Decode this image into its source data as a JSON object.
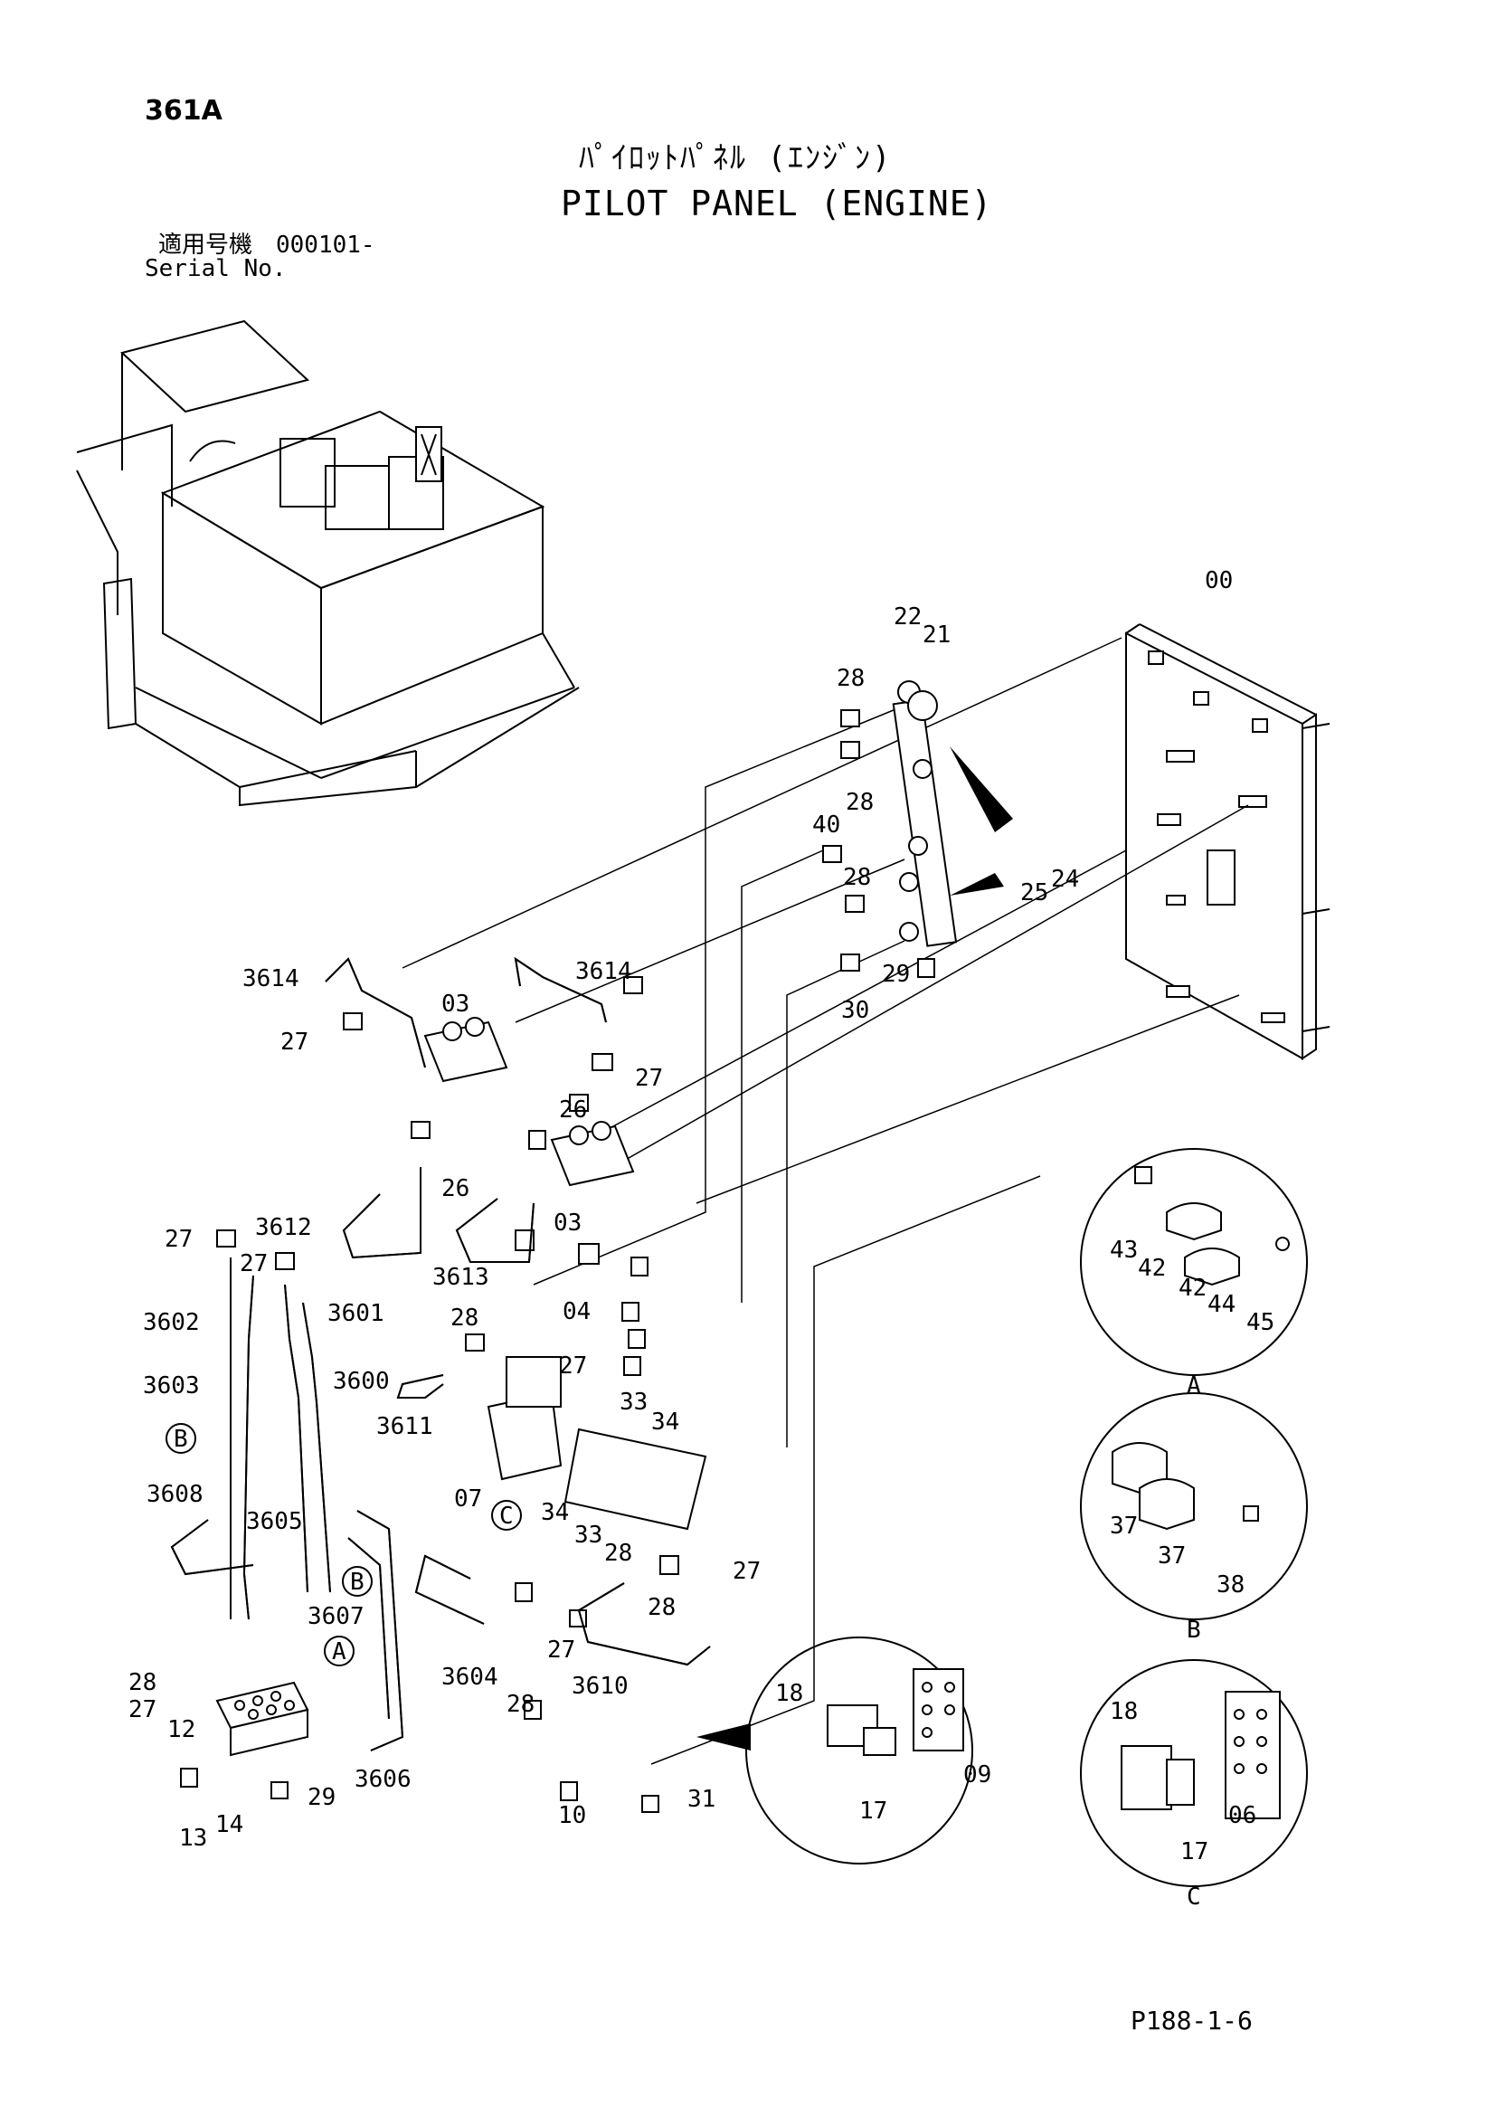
{
  "header": {
    "page_code": "361A",
    "title_jp": "ﾊﾟｲﾛｯﾄﾊﾟﾈﾙ (ｴﾝｼﾞﾝ)",
    "title_en": "PILOT PANEL (ENGINE)",
    "serial_jp": "適用号機　000101-",
    "serial_en": "Serial No."
  },
  "footer": {
    "page_ref": "P188-1-6"
  },
  "detail_views": {
    "a": "A",
    "b": "B",
    "c": "C"
  },
  "callout_markers": {
    "a": "A",
    "b": "B",
    "c": "C"
  },
  "part_numbers": {
    "p00": "00",
    "p22": "22",
    "p21": "21",
    "p28a": "28",
    "p28b": "28",
    "p40": "40",
    "p28c": "28",
    "p25": "25",
    "p24": "24",
    "p29a": "29",
    "p30": "30",
    "p3614a": "3614",
    "p3614b": "3614",
    "p03a": "03",
    "p27a": "27",
    "p27b": "27",
    "p26a": "26",
    "p26b": "26",
    "p03b": "03",
    "p27c": "27",
    "p3612": "3612",
    "p27d": "27",
    "p3613": "3613",
    "p04": "04",
    "p3601": "3601",
    "p3602": "3602",
    "p28d": "28",
    "p27e": "27",
    "p3600": "3600",
    "p3603": "3603",
    "p3611": "3611",
    "p33a": "33",
    "p34a": "34",
    "p07": "07",
    "p34b": "34",
    "p33b": "33",
    "p28e": "28",
    "p3608": "3608",
    "p3605": "3605",
    "p27f": "27",
    "p28f": "28",
    "p3607": "3607",
    "p27g": "27",
    "p3604": "3604",
    "p28g": "28",
    "p3610": "3610",
    "p28h": "28",
    "p27h": "27",
    "p12": "12",
    "p3606": "3606",
    "p29b": "29",
    "p13": "13",
    "p14": "14",
    "p10": "10",
    "p31": "31",
    "p43": "43",
    "p42a": "42",
    "p42b": "42",
    "p44": "44",
    "p45": "45",
    "p37a": "37",
    "p37b": "37",
    "p38": "38",
    "p18a": "18",
    "p17a": "17",
    "p09": "09",
    "p18b": "18",
    "p17b": "17",
    "p06": "06"
  }
}
